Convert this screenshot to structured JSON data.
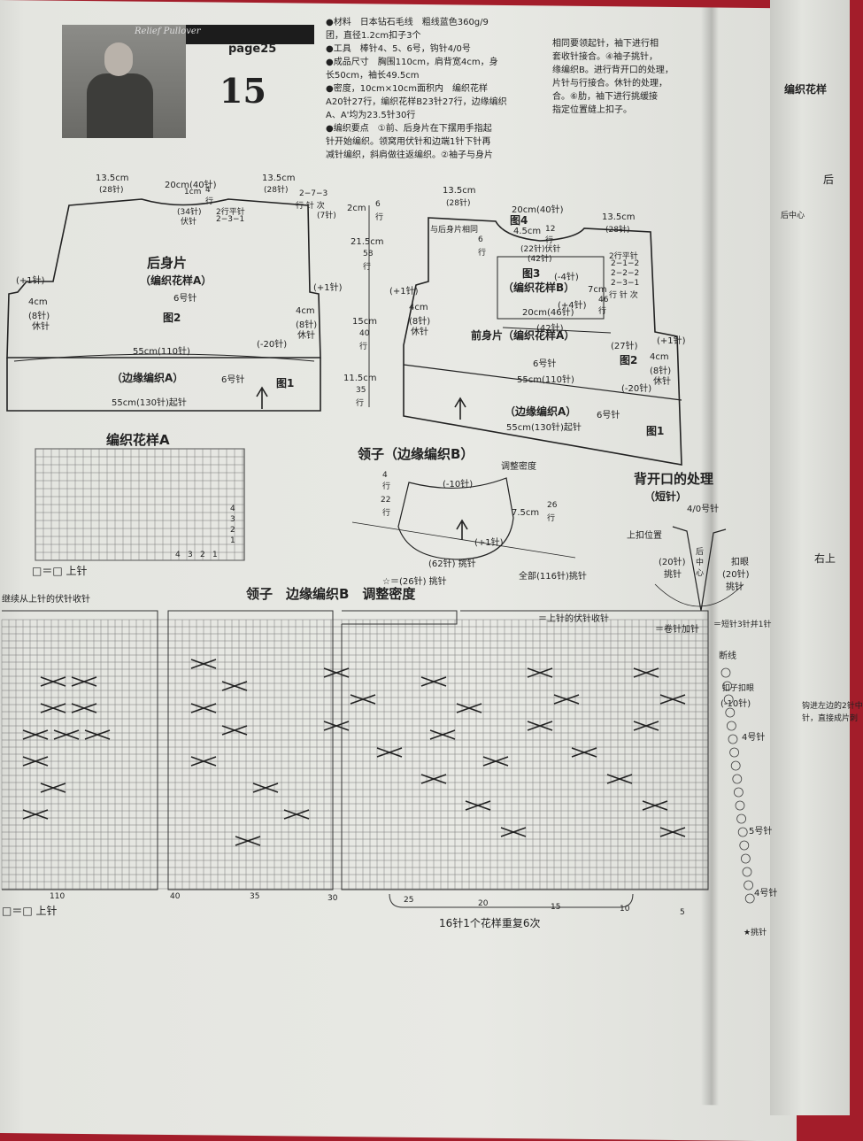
{
  "header": {
    "italic_title": "Relief Pullover",
    "page_ref": "page25",
    "number": "15"
  },
  "materials": [
    "●材料　日本钻石毛线　粗线蓝色360g/9",
    "团，直径1.2cm扣子3个",
    "●工具　棒针4、5、6号，钩针4/0号",
    "●成品尺寸　胸围110cm，肩背宽4cm，身",
    "长50cm，袖长49.5cm",
    "●密度，10cm×10cm面积内　编织花样",
    "A20针27行，编织花样B23针27行，边缘编织",
    "A、A'均为23.5针30行",
    "●编织要点　①前、后身片在下摆用手指起",
    "针开始编织。领窝用伏针和边端1针下针再",
    "减针编织，斜肩做往返编织。②袖子与身片"
  ],
  "right_col_text": [
    "相同要领起针，袖下进行相",
    "套收针接合。④袖子挑针，",
    "缘编织B。进行背开口的处理，",
    "片针与行接合。休针的处理，",
    "合。⑥肋，袖下进行挑缓接",
    "指定位置缝上扣子。"
  ],
  "back_piece": {
    "title": "后身片",
    "subtitle": "（编织花样A）",
    "needle": "6号针",
    "fig": "图2",
    "top_left": "13.5cm",
    "top_left_st": "(28针)",
    "top_mid": "20cm(40针)",
    "top_right": "13.5cm",
    "top_right_st": "(28针)",
    "neck_1cm": "1cm",
    "neck_4": "4",
    "neck_rows": "行",
    "neck_34": "(34针)",
    "neck_bind": "伏针",
    "neck_2": "2行平针",
    "neck_231": "2−3−1",
    "shoulder_a": "2−7−3",
    "shoulder_b": "行 针 次",
    "shoulder_c": "(7针)",
    "left_inc": "(+1针)",
    "right_inc": "(+1针)",
    "side_4cm_l": "4cm",
    "side_8_l": "(8针)",
    "side_rest_l": "休针",
    "side_4cm_r": "4cm",
    "side_8_r": "(8针)",
    "side_rest_r": "休针",
    "width": "55cm(110针)",
    "dec": "(-20针)",
    "border": "（边缘编织A）",
    "border_needle": "6号针",
    "fig1": "图1",
    "cast": "55cm(130针)起针"
  },
  "mid_col": {
    "a1": "2cm",
    "a2": "6",
    "a3": "行",
    "b1": "21.5cm",
    "b2": "58",
    "b3": "行",
    "c1": "15cm",
    "c2": "40",
    "c3": "行",
    "d1": "11.5cm",
    "d2": "35",
    "d3": "行"
  },
  "front_piece": {
    "top_left": "13.5cm",
    "top_left_st": "(28针)",
    "top_mid": "20cm(40针)",
    "top_right": "13.5cm",
    "top_right_st": "(28针)",
    "fig4": "图4",
    "same_as_back": "与后身片相同",
    "same_6": "6",
    "same_row": "行",
    "n45": "4.5cm",
    "n12": "12",
    "n12r": "行",
    "n22": "(22针)伏针",
    "n42": "(42针)",
    "fig3": "图3",
    "dec4": "(-4针)",
    "pattern_b": "（编织花样B）",
    "inc4": "(+4针)",
    "w20": "20cm(46针)",
    "w42": "(42针)",
    "h7": "7cm",
    "h46": "46",
    "h46r": "行",
    "sh1": "2行平针",
    "sh2": "2−1−2",
    "sh3": "2−2−2",
    "sh4": "2−3−1",
    "sh5": "行 针 次",
    "sh6": "(27针)",
    "left_inc": "(+1针)",
    "right_inc": "(+1针)",
    "side_4cm_l": "4cm",
    "side_8_l": "(8针)",
    "side_rest_l": "休针",
    "side_4cm_r": "4cm",
    "side_8_r": "(8针)",
    "side_rest_r": "休针",
    "title": "前身片（编织花样A）",
    "fig2": "图2",
    "needle": "6号针",
    "width": "55cm(110针)",
    "dec": "(-20针)",
    "border": "（边缘编织A）",
    "border_needle": "6号针",
    "fig1": "图1",
    "cast": "55cm(130针)起针"
  },
  "pattern_a": {
    "title": "编织花样A",
    "legend": "□＝□ 上针",
    "nums_right": [
      "4",
      "3",
      "2",
      "1"
    ],
    "nums_bottom": [
      "4",
      "3",
      "2",
      "1"
    ]
  },
  "collar_small": {
    "title": "领子（边缘编织B）",
    "subtitle": "调整密度",
    "r4": "4",
    "r4r": "行",
    "r22": "22",
    "r22r": "行",
    "dec10": "(-10针)",
    "h75": "7.5cm",
    "r26": "26",
    "r26r": "行",
    "inc1": "(+1针)",
    "pick62": "(62针) 挑针",
    "pick26": "☆＝(26针) 挑针",
    "all116": "全部(116针)挑针"
  },
  "back_opening": {
    "title": "背开口的处理",
    "sub": "（短针）",
    "hook": "4/0号针",
    "button_pos": "上扣位置",
    "p20a": "(20针)",
    "p20a2": "挑针",
    "center1": "后",
    "center2": "中",
    "center3": "心",
    "buttonhole": "扣眼",
    "p20b": "(20针)",
    "p20b2": "挑针",
    "sc": "＝短针3针并1针"
  },
  "collar_chart": {
    "note": "继续从上针的伏针收针",
    "title": "领子　边缘编织B　调整密度",
    "legend1": "＝上针的伏针收针",
    "legend2": "＝卷针加针",
    "break": "断线",
    "buttonhole": "扣子扣眼",
    "dec10": "(-10针)",
    "n4a": "4号针",
    "n5": "5号针",
    "n4b": "4号针",
    "pick": "★挑针",
    "bottom_nums": [
      "110",
      "40",
      "35",
      "30",
      "25",
      "20",
      "15",
      "10",
      "5"
    ],
    "repeat": "16针1个花样重复6次",
    "legend_bottom": "□＝□ 上针"
  },
  "right_page": {
    "t1": "编织花样",
    "t2": "后中心",
    "t3": "后",
    "t4": "右上",
    "t5": "钩进左边的2针中",
    "t6": "针，直接成片刺"
  }
}
